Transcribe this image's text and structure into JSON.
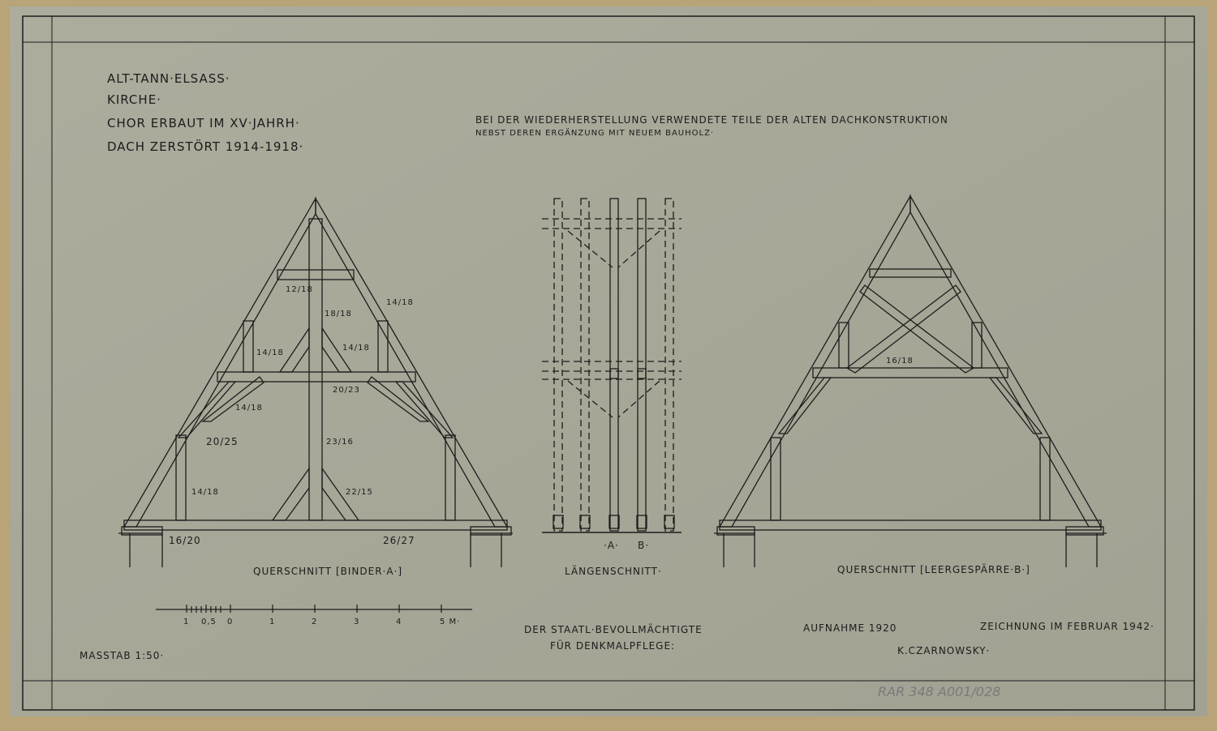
{
  "title_block": {
    "line1": "ALT-TANN·ELSASS·",
    "line2": "KIRCHE·",
    "line3": "CHOR ERBAUT IM XV·JAHRH·",
    "line4": "DACH ZERSTÖRT 1914-1918·"
  },
  "note": {
    "line1": "BEI DER WIEDERHERSTELLUNG VERWENDETE TEILE DER ALTEN DACHKONSTRUKTION",
    "line2": "NEBST DEREN ERGÄNZUNG MIT NEUEM BAUHOLZ·"
  },
  "drawings": {
    "left_caption": "QUERSCHNITT [BINDER·A·]",
    "middle_caption": "LÄNGENSCHNITT·",
    "right_caption": "QUERSCHNITT [LEERGESPÄRRE·B·]",
    "section_marks": [
      "·A·",
      "B·"
    ]
  },
  "dimensions": {
    "d1": "12/18",
    "d2": "14/18",
    "d3": "18/18",
    "d4": "14/18",
    "d5": "14/18",
    "d6": "20/23",
    "d7": "14/18",
    "d8": "20/25",
    "d9": "23/16",
    "d10": "14/18",
    "d11": "22/15",
    "d12": "16/20",
    "d13": "26/27",
    "d14": "16/18"
  },
  "scale": {
    "labels": [
      "1",
      "0,5",
      "0",
      "1",
      "2",
      "3",
      "4",
      "5 M·"
    ],
    "caption": "MASSTAB 1:50·"
  },
  "footer": {
    "authority_line1": "DER STAATL·BEVOLLMÄCHTIGTE",
    "authority_line2": "FÜR DENKMALPFLEGE:",
    "survey": "AUFNAHME 1920",
    "drawing_date": "ZEICHNUNG IM FEBRUAR 1942·",
    "author": "K.CZARNOWSKY·",
    "archive_number": "RAR 348 A001/028"
  },
  "colors": {
    "paper": "#a9a899",
    "ink": "#1c1c1c",
    "border": "#b8a478"
  }
}
